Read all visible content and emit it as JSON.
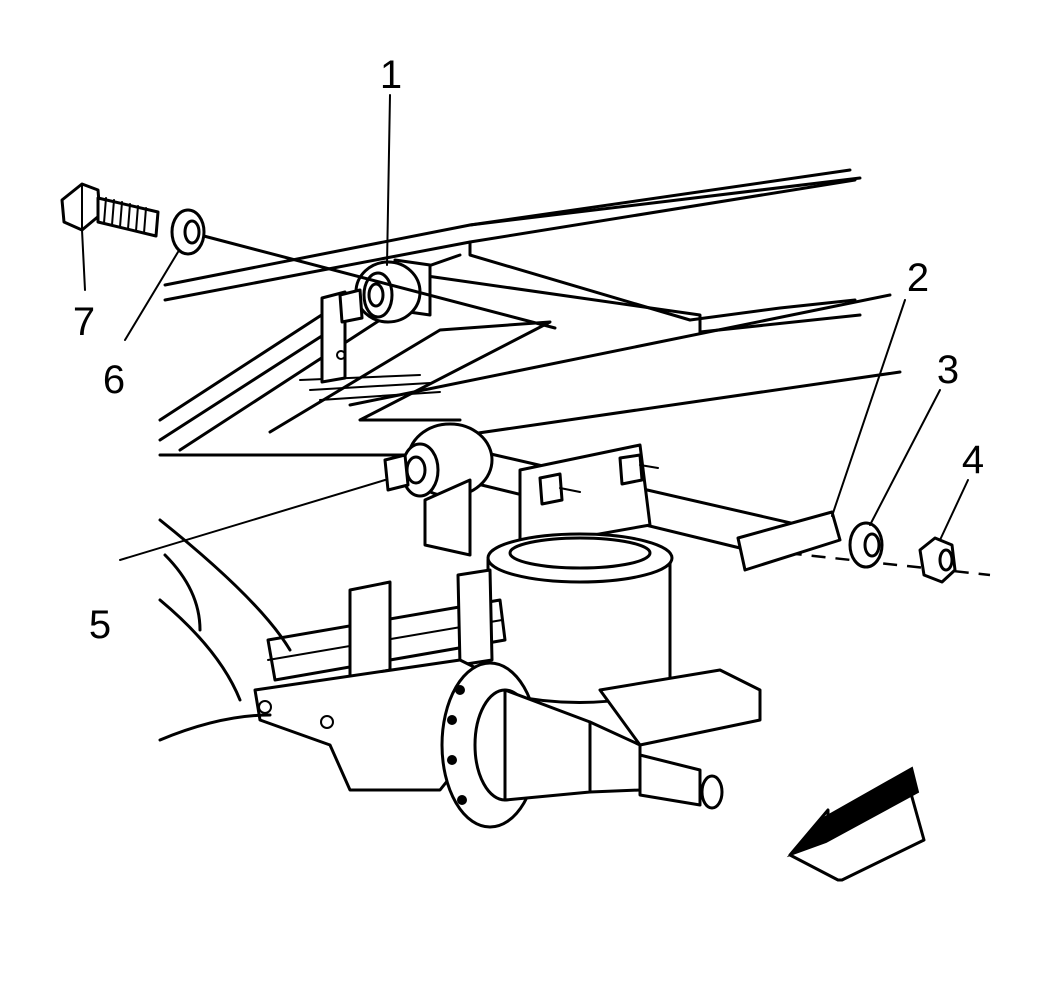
{
  "callouts": {
    "c1": "1",
    "c2": "2",
    "c3": "3",
    "c4": "4",
    "c5": "5",
    "c6": "6",
    "c7": "7"
  },
  "icons": {
    "direction_arrow": "front-direction-arrow-icon"
  },
  "colors": {
    "line": "#000000",
    "background": "#ffffff"
  }
}
